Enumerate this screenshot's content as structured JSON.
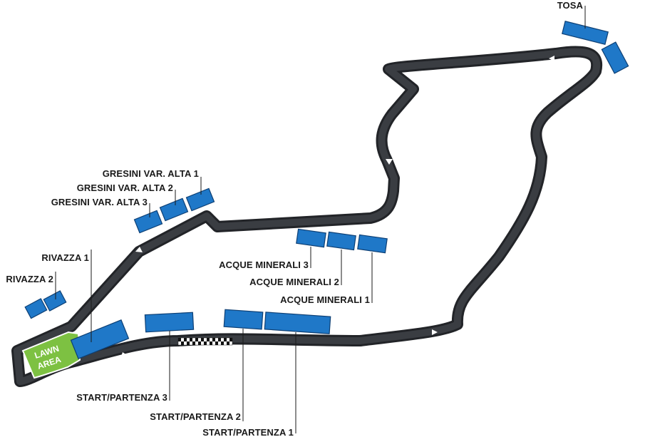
{
  "colors": {
    "track_outline": "#222428",
    "track_surface": "#3a3d42",
    "track_edge": "#ffffff",
    "grandstand": "#1f78c8",
    "grandstand_border": "#0d3f74",
    "lawn": "#7dc142",
    "label_text": "#1a1a1a"
  },
  "grandstands": {
    "tosa": "TOSA",
    "gresini_1": "GRESINI VAR. ALTA 1",
    "gresini_2": "GRESINI VAR. ALTA 2",
    "gresini_3": "GRESINI VAR. ALTA 3",
    "rivazza_1": "RIVAZZA 1",
    "rivazza_2": "RIVAZZA 2",
    "acque_3": "ACQUE MINERALI 3",
    "acque_2": "ACQUE MINERALI 2",
    "acque_1": "ACQUE MINERALI 1",
    "start_3": "START/PARTENZA 3",
    "start_2": "START/PARTENZA 2",
    "start_1": "START/PARTENZA 1"
  },
  "lawn_area": {
    "line1": "LAWN",
    "line2": "AREA"
  },
  "icons": [
    "direction-arrow-icon",
    "finish-line-icon"
  ]
}
